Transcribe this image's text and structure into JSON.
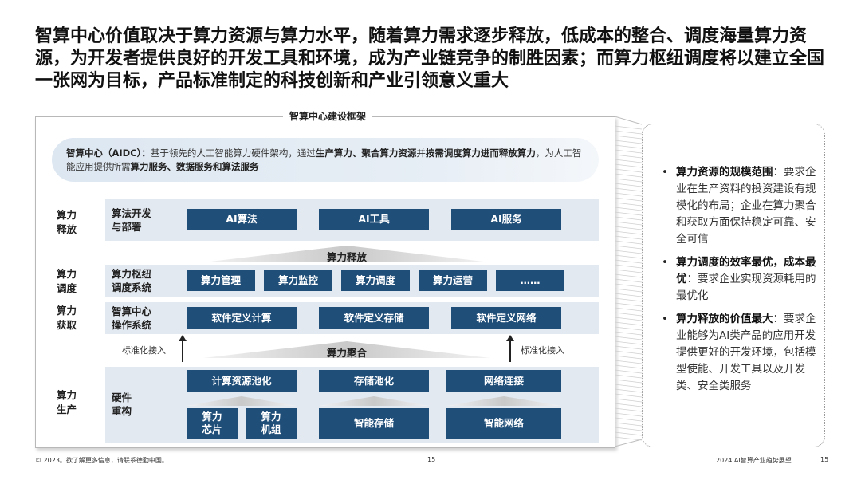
{
  "title": "智算中心价值取决于算力资源与算力水平，随着算力需求逐步释放，低成本的整合、调度海量算力资源，为开发者提供良好的开发工具和环境，成为产业链竞争的制胜因素；而算力枢纽调度将以建立全国一张网为目标，产品标准制定的科技创新和产业引领意义重大",
  "framework": {
    "title": "智算中心建设框架",
    "aidc": {
      "b1": "智算中心（AIDC）：",
      "t1": "基于领先的人工智能算力硬件架构，通过",
      "b2": "生产算力、聚合算力资源",
      "t2": "并",
      "b3": "按需调度算力进而释放算力",
      "t3": "，为人工智能应用提供所需",
      "b4": "算力服务、数据服务和算法服务"
    },
    "levels": {
      "release": "算力\n释放",
      "dispatch": "算力\n调度",
      "acquire": "算力\n获取",
      "produce": "算力\n生产"
    },
    "algo": {
      "label": "算法开发\n与部署",
      "boxes": [
        "AI算法",
        "AI工具",
        "AI服务"
      ]
    },
    "release_tri": "算力释放",
    "hub": {
      "label": "算力枢纽\n调度系统",
      "boxes": [
        "算力管理",
        "算力监控",
        "算力调度",
        "算力运营",
        "……"
      ]
    },
    "os": {
      "label": "智算中心\n操作系统",
      "boxes": [
        "软件定义计算",
        "软件定义存储",
        "软件定义网络"
      ]
    },
    "aggregate_tri": "算力聚合",
    "std_left": "标准化接入",
    "std_right": "标准化接入",
    "hw": {
      "label": "硬件\n重构",
      "top_boxes": [
        "计算资源池化",
        "存储池化",
        "网络连接"
      ],
      "bottom_boxes": [
        "算力\n芯片",
        "算力\n机组",
        "智能存储",
        "智能网络"
      ]
    }
  },
  "side_points": [
    {
      "bold": "算力资源的规模范围",
      "text": "：要求企业在生产资料的投资建设有规模化的布局；企业在算力聚合和获取方面保持稳定可靠、安全可信"
    },
    {
      "bold": "算力调度的效率最优，成本最优",
      "text": "：要求企业实现资源耗用的最优化"
    },
    {
      "bold": "算力释放的价值最大",
      "text": "：要求企业能够为AI类产品的应用开发提供更好的开发环境，包括模型使能、开发工具以及开发类、安全类服务"
    }
  ],
  "footer": {
    "copyright": "© 2023。欲了解更多信息，请联系德勤中国。",
    "page_center": "15",
    "report": "2024 AI智算产业趋势展望",
    "page_right": "15"
  }
}
